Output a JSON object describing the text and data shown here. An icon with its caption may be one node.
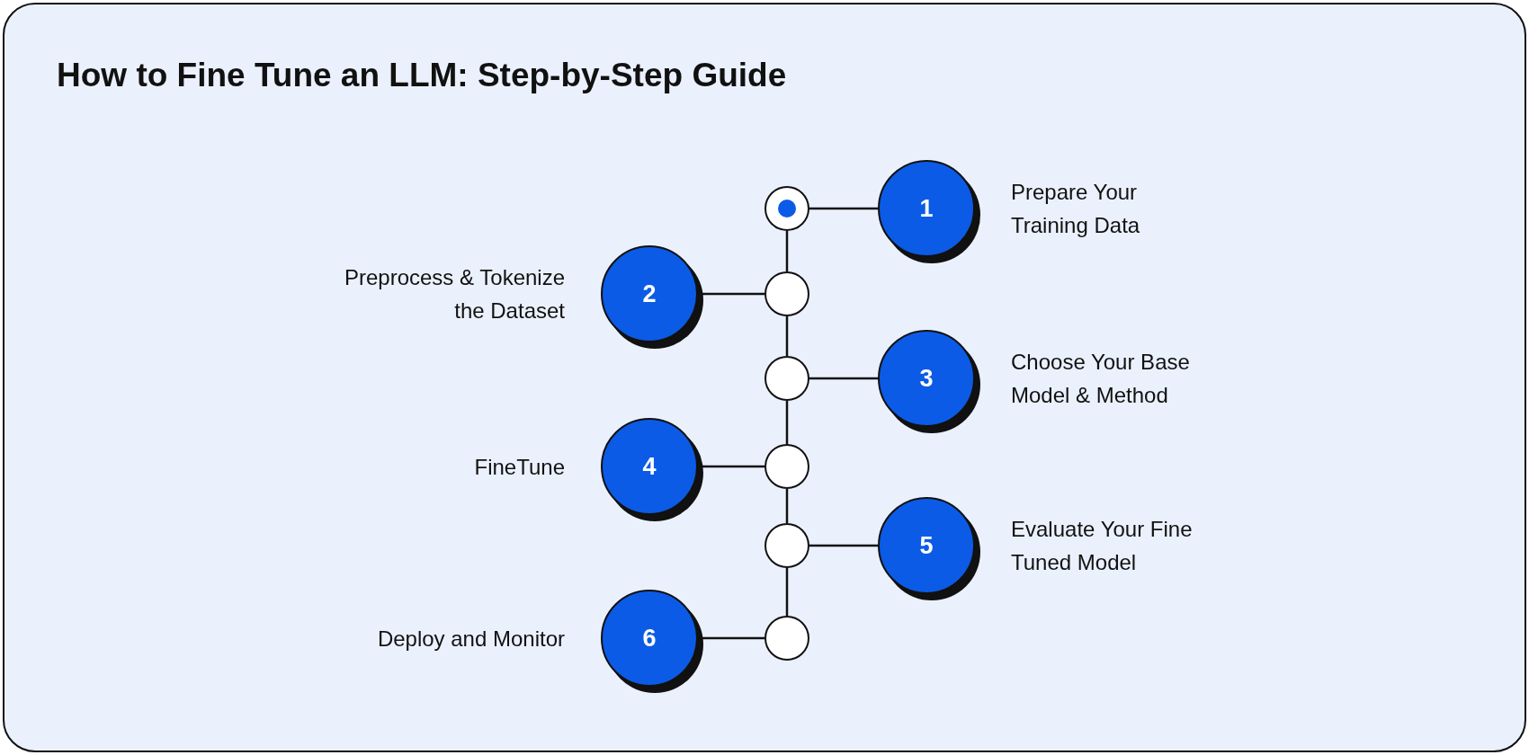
{
  "diagram": {
    "title": "How to Fine Tune an LLM: Step-by-Step Guide",
    "nodes": [
      {
        "text": [],
        "shape": "circle"
      },
      {
        "text": [
          "1"
        ],
        "beside": [
          "Prepare Your Training Data"
        ]
      },
      {
        "text": [],
        "shape": "circle"
      },
      {
        "text": [
          "2"
        ],
        "beside": [
          "Preprocess & Tokenize the Dataset"
        ]
      },
      {
        "text": [],
        "shape": "circle"
      },
      {
        "text": [
          "3"
        ],
        "beside": [
          "Choose Your Base Model & Method"
        ]
      },
      {
        "text": [],
        "shape": "circle"
      },
      {
        "text": [
          "4"
        ],
        "beside": [
          "FineTune"
        ]
      },
      {
        "text": [],
        "shape": "circle"
      },
      {
        "text": [
          "5"
        ],
        "beside": [
          "Evaluate Your Fine Tuned Model"
        ]
      },
      {
        "text": [],
        "shape": "circle"
      },
      {
        "text": [
          "6"
        ],
        "beside": [
          "Deploy and Monitor"
        ]
      }
    ],
    "edges": [
      {
        "from": 0,
        "to": 1,
        "arrow": "none"
      },
      {
        "from": 0,
        "to": 2,
        "arrow": "none"
      },
      {
        "from": 2,
        "to": 3,
        "arrow": "none"
      },
      {
        "from": 2,
        "to": 4,
        "arrow": "none"
      },
      {
        "from": 4,
        "to": 5,
        "arrow": "none"
      },
      {
        "from": 4,
        "to": 6,
        "arrow": "none"
      },
      {
        "from": 6,
        "to": 7,
        "arrow": "none"
      },
      {
        "from": 6,
        "to": 8,
        "arrow": "none"
      },
      {
        "from": 8,
        "to": 9,
        "arrow": "none"
      },
      {
        "from": 8,
        "to": 10,
        "arrow": "none"
      },
      {
        "from": 10,
        "to": 11,
        "arrow": "none"
      }
    ]
  }
}
